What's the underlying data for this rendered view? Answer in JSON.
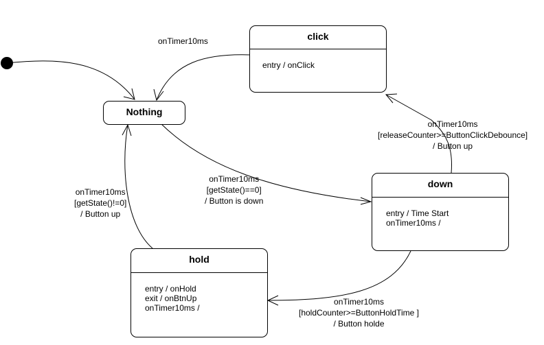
{
  "states": {
    "nothing": {
      "name": "Nothing"
    },
    "click": {
      "name": "click",
      "actions": [
        "entry / onClick"
      ]
    },
    "down": {
      "name": "down",
      "actions": [
        "entry / Time Start",
        "onTimer10ms /"
      ]
    },
    "hold": {
      "name": "hold",
      "actions": [
        "entry / onHold",
        "exit / onBtnUp",
        "onTimer10ms /"
      ]
    }
  },
  "transitions": {
    "click_to_nothing": {
      "lines": [
        "onTimer10ms"
      ]
    },
    "nothing_to_down": {
      "lines": [
        "onTimer10ms",
        "[getState()==0]",
        "/ Button is down"
      ]
    },
    "down_to_click": {
      "lines": [
        "onTimer10ms",
        "[releaseCounter>=ButtonClickDebounce]",
        "/ Button up"
      ]
    },
    "down_to_hold": {
      "lines": [
        "onTimer10ms",
        "[holdCounter>=ButtonHoldTime ]",
        "/ Button holde"
      ]
    },
    "hold_to_nothing": {
      "lines": [
        "onTimer10ms",
        "[getState()!=0]",
        "/ Button up"
      ]
    }
  }
}
